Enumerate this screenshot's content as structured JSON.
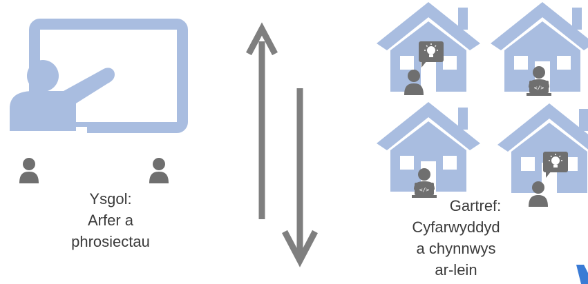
{
  "school": {
    "label_lines": [
      "Ysgol:",
      "Arfer a",
      "phrosiectau"
    ]
  },
  "home": {
    "label_lines": [
      "Gartref:",
      "Cyfarwyddyd",
      "a chynnwys",
      "ar-lein"
    ]
  },
  "colors": {
    "blue": "#a9bde0",
    "person": "#6f6f6f",
    "arrow": "#7f7f7f",
    "text": "#3a3a3a",
    "accent": "#3a7bd5"
  },
  "icons": [
    "teacher-at-board-icon",
    "person-icon",
    "up-arrow-icon",
    "down-arrow-icon",
    "house-icon",
    "laptop-icon",
    "lightbulb-icon",
    "code-icon"
  ]
}
